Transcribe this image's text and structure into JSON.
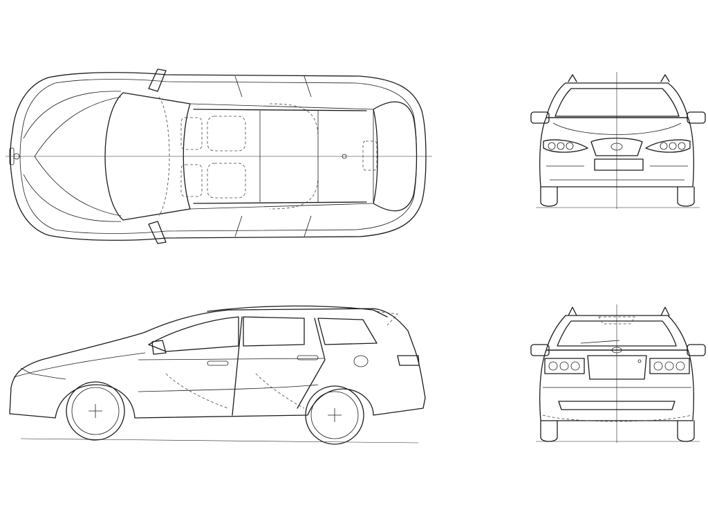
{
  "views": [
    {
      "key": "top",
      "name": "top-view"
    },
    {
      "key": "front",
      "name": "front-view"
    },
    {
      "key": "side",
      "name": "side-view"
    },
    {
      "key": "rear",
      "name": "rear-view"
    }
  ],
  "colors": {
    "line": "#1a1a1a",
    "background": "#ffffff"
  }
}
